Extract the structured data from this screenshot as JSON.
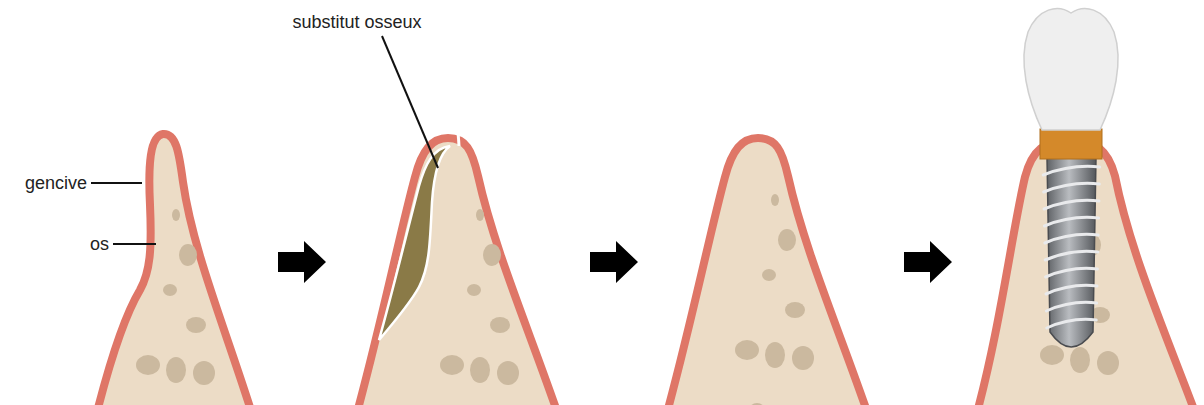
{
  "diagram": {
    "labels": [
      "gencive",
      "os",
      "substitut osseux"
    ]
  }
}
